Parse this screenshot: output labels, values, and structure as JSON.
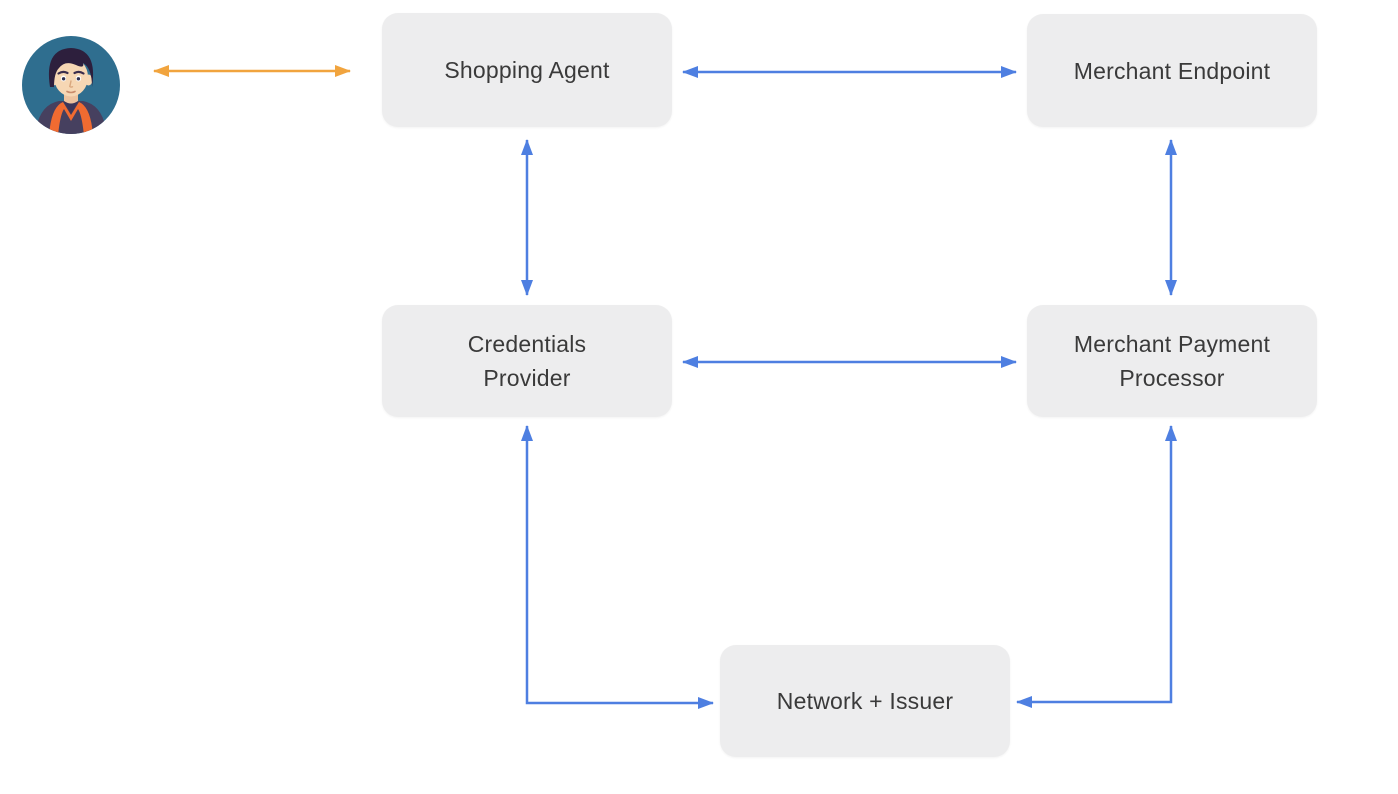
{
  "diagram": {
    "type": "architecture-flow",
    "background": "#FFFFFF",
    "colors": {
      "node_fill": "#EDEDEE",
      "node_text": "#3A3A3A",
      "arrow_blue": "#4E7FE1",
      "arrow_orange": "#F1A43E",
      "avatar_circle": "#2F6E8F",
      "avatar_hair": "#2D1F3D",
      "avatar_skin": "#F6D7B4",
      "avatar_jacket": "#46405F",
      "avatar_collar": "#F16B31"
    },
    "actors": {
      "user": {
        "icon": "person-avatar-icon"
      }
    },
    "nodes": {
      "shopping_agent": {
        "label": "Shopping Agent"
      },
      "merchant_endpoint": {
        "label": "Merchant Endpoint"
      },
      "credentials_provider": {
        "label": "Credentials\nProvider"
      },
      "merchant_payment_processor": {
        "label": "Merchant Payment\nProcessor"
      },
      "network_issuer": {
        "label": "Network + Issuer"
      }
    },
    "edges": [
      {
        "from": "user",
        "to": "shopping_agent",
        "direction": "bidirectional",
        "color": "#F1A43E",
        "shape": "straight-horizontal"
      },
      {
        "from": "shopping_agent",
        "to": "merchant_endpoint",
        "direction": "bidirectional",
        "color": "#4E7FE1",
        "shape": "straight-horizontal"
      },
      {
        "from": "shopping_agent",
        "to": "credentials_provider",
        "direction": "bidirectional",
        "color": "#4E7FE1",
        "shape": "straight-vertical"
      },
      {
        "from": "merchant_endpoint",
        "to": "merchant_payment_processor",
        "direction": "bidirectional",
        "color": "#4E7FE1",
        "shape": "straight-vertical"
      },
      {
        "from": "credentials_provider",
        "to": "merchant_payment_processor",
        "direction": "bidirectional",
        "color": "#4E7FE1",
        "shape": "straight-horizontal"
      },
      {
        "from": "credentials_provider",
        "to": "network_issuer",
        "direction": "bidirectional",
        "color": "#4E7FE1",
        "shape": "elbow-down-right"
      },
      {
        "from": "merchant_payment_processor",
        "to": "network_issuer",
        "direction": "bidirectional",
        "color": "#4E7FE1",
        "shape": "elbow-down-left"
      }
    ]
  }
}
